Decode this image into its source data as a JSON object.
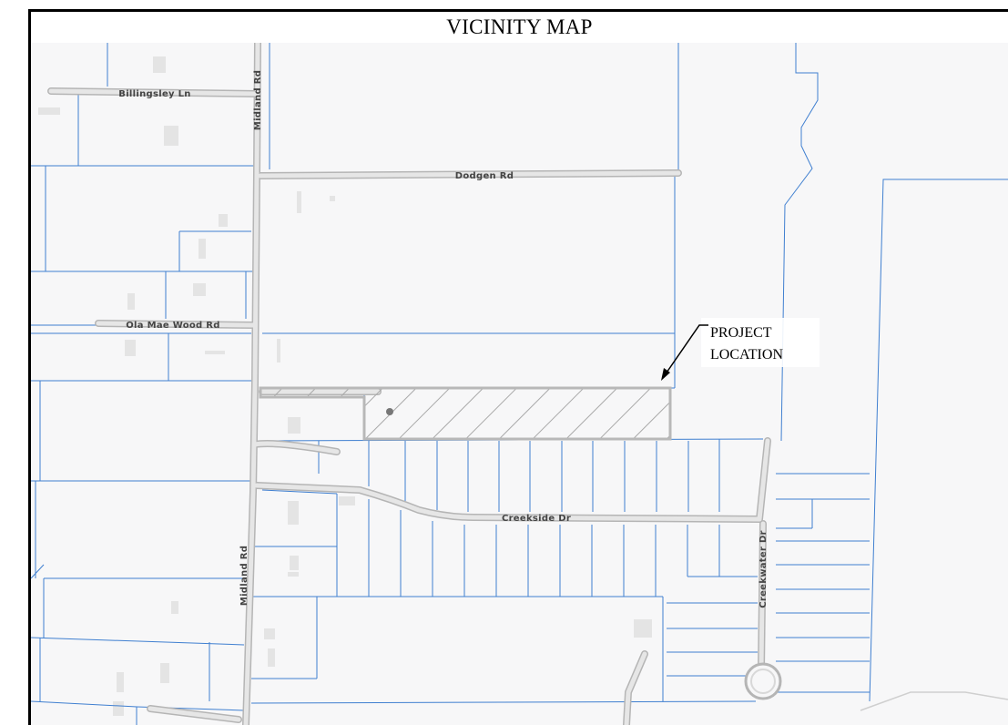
{
  "title": "VICINITY MAP",
  "roads": {
    "billingsley": "Billingsley Ln",
    "midland_north": "Midland Rd",
    "dodgen": "Dodgen Rd",
    "ola_mae": "Ola Mae Wood Rd",
    "creekside": "Creekside Dr",
    "midland_south": "Midland Rd",
    "creekwater": "Creekwater Dr"
  },
  "callout": {
    "line1": "PROJECT",
    "line2": "LOCATION"
  },
  "colors": {
    "parcel_line": "#3f7fd0",
    "road_fill": "#d9d9d9",
    "road_edge": "#b8b8b8",
    "background": "#f7f7f8",
    "building": "#e2e2e2",
    "hatch": "#b0b0b0"
  }
}
